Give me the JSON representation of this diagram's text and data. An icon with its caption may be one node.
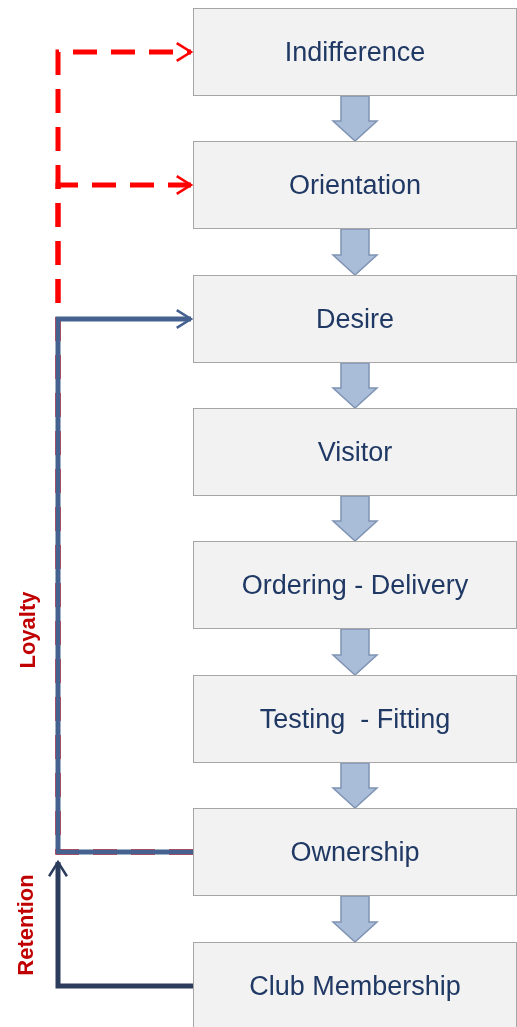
{
  "diagram": {
    "nodes": [
      {
        "text": [
          "Indifference"
        ]
      },
      {
        "text": [
          "Orientation"
        ]
      },
      {
        "text": [
          "Desire"
        ]
      },
      {
        "text": [
          "Visitor"
        ]
      },
      {
        "text": [
          "Ordering - Delivery"
        ]
      },
      {
        "text": [
          "Testing  - Fitting"
        ]
      },
      {
        "text": [
          "Ownership"
        ]
      },
      {
        "text": [
          "Club Membership"
        ]
      }
    ],
    "edges": [
      {
        "from": 0,
        "to": 1,
        "arrow": "to"
      },
      {
        "from": 1,
        "to": 2,
        "arrow": "to"
      },
      {
        "from": 2,
        "to": 3,
        "arrow": "to"
      },
      {
        "from": 3,
        "to": 4,
        "arrow": "to"
      },
      {
        "from": 4,
        "to": 5,
        "arrow": "to"
      },
      {
        "from": 5,
        "to": 6,
        "arrow": "to"
      },
      {
        "from": 6,
        "to": 7,
        "arrow": "to"
      },
      {
        "from": 6,
        "to": 0,
        "arrow": "to",
        "style": "dashed",
        "color": "#ff0000"
      },
      {
        "from": 6,
        "to": 1,
        "arrow": "to",
        "style": "dashed",
        "color": "#ff0000"
      },
      {
        "from": 6,
        "to": 2,
        "arrow": "to",
        "color": "#44618f"
      },
      {
        "from": 7,
        "to": null,
        "arrow": "to",
        "color": "#2b3c5c"
      }
    ],
    "labels": [
      "Loyalty",
      "Retention"
    ]
  }
}
